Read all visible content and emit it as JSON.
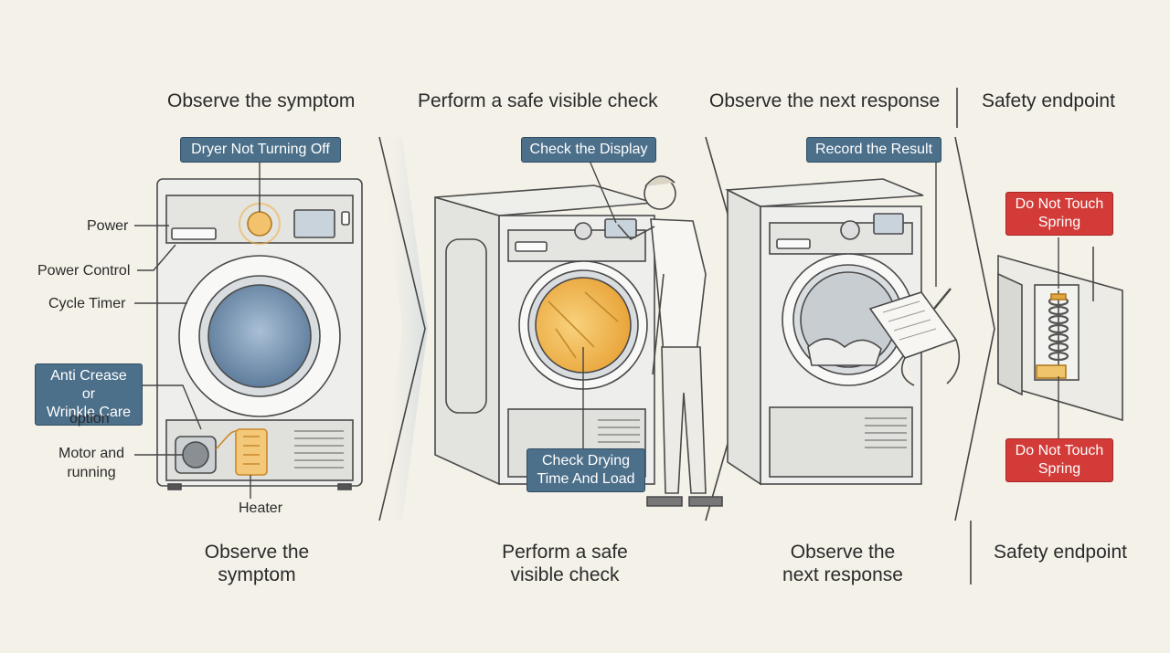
{
  "headings": [
    "Observe the symptom",
    "Perform a safe visible check",
    "Observe the next response",
    "Safety endpoint"
  ],
  "captions": [
    "Observe the symptom",
    "Perform a safe\nvisible check",
    "Observe the\nnext response",
    "Safety endpoint"
  ],
  "callouts": {
    "symptom": "Dryer Not Turning Off",
    "display": "Check the Display",
    "drying": "Check Drying\nTime And Load",
    "record": "Record the Result",
    "warn_top": "Do Not Touch\nSpring",
    "warn_bottom": "Do Not Touch\nSpring"
  },
  "parts": {
    "power": "Power",
    "power_control": "Power Control",
    "cycle_timer": "Cycle Timer",
    "anti_crease": "Anti Crease or\nWrinkle Care",
    "option": "option",
    "motor": "Motor and\nrunning",
    "heater": "Heater"
  },
  "colors": {
    "background": "#f4f1e8",
    "callout_blue": "#4c6f8a",
    "warning_red": "#d23b38",
    "drum_glow": "#f0b04a"
  }
}
